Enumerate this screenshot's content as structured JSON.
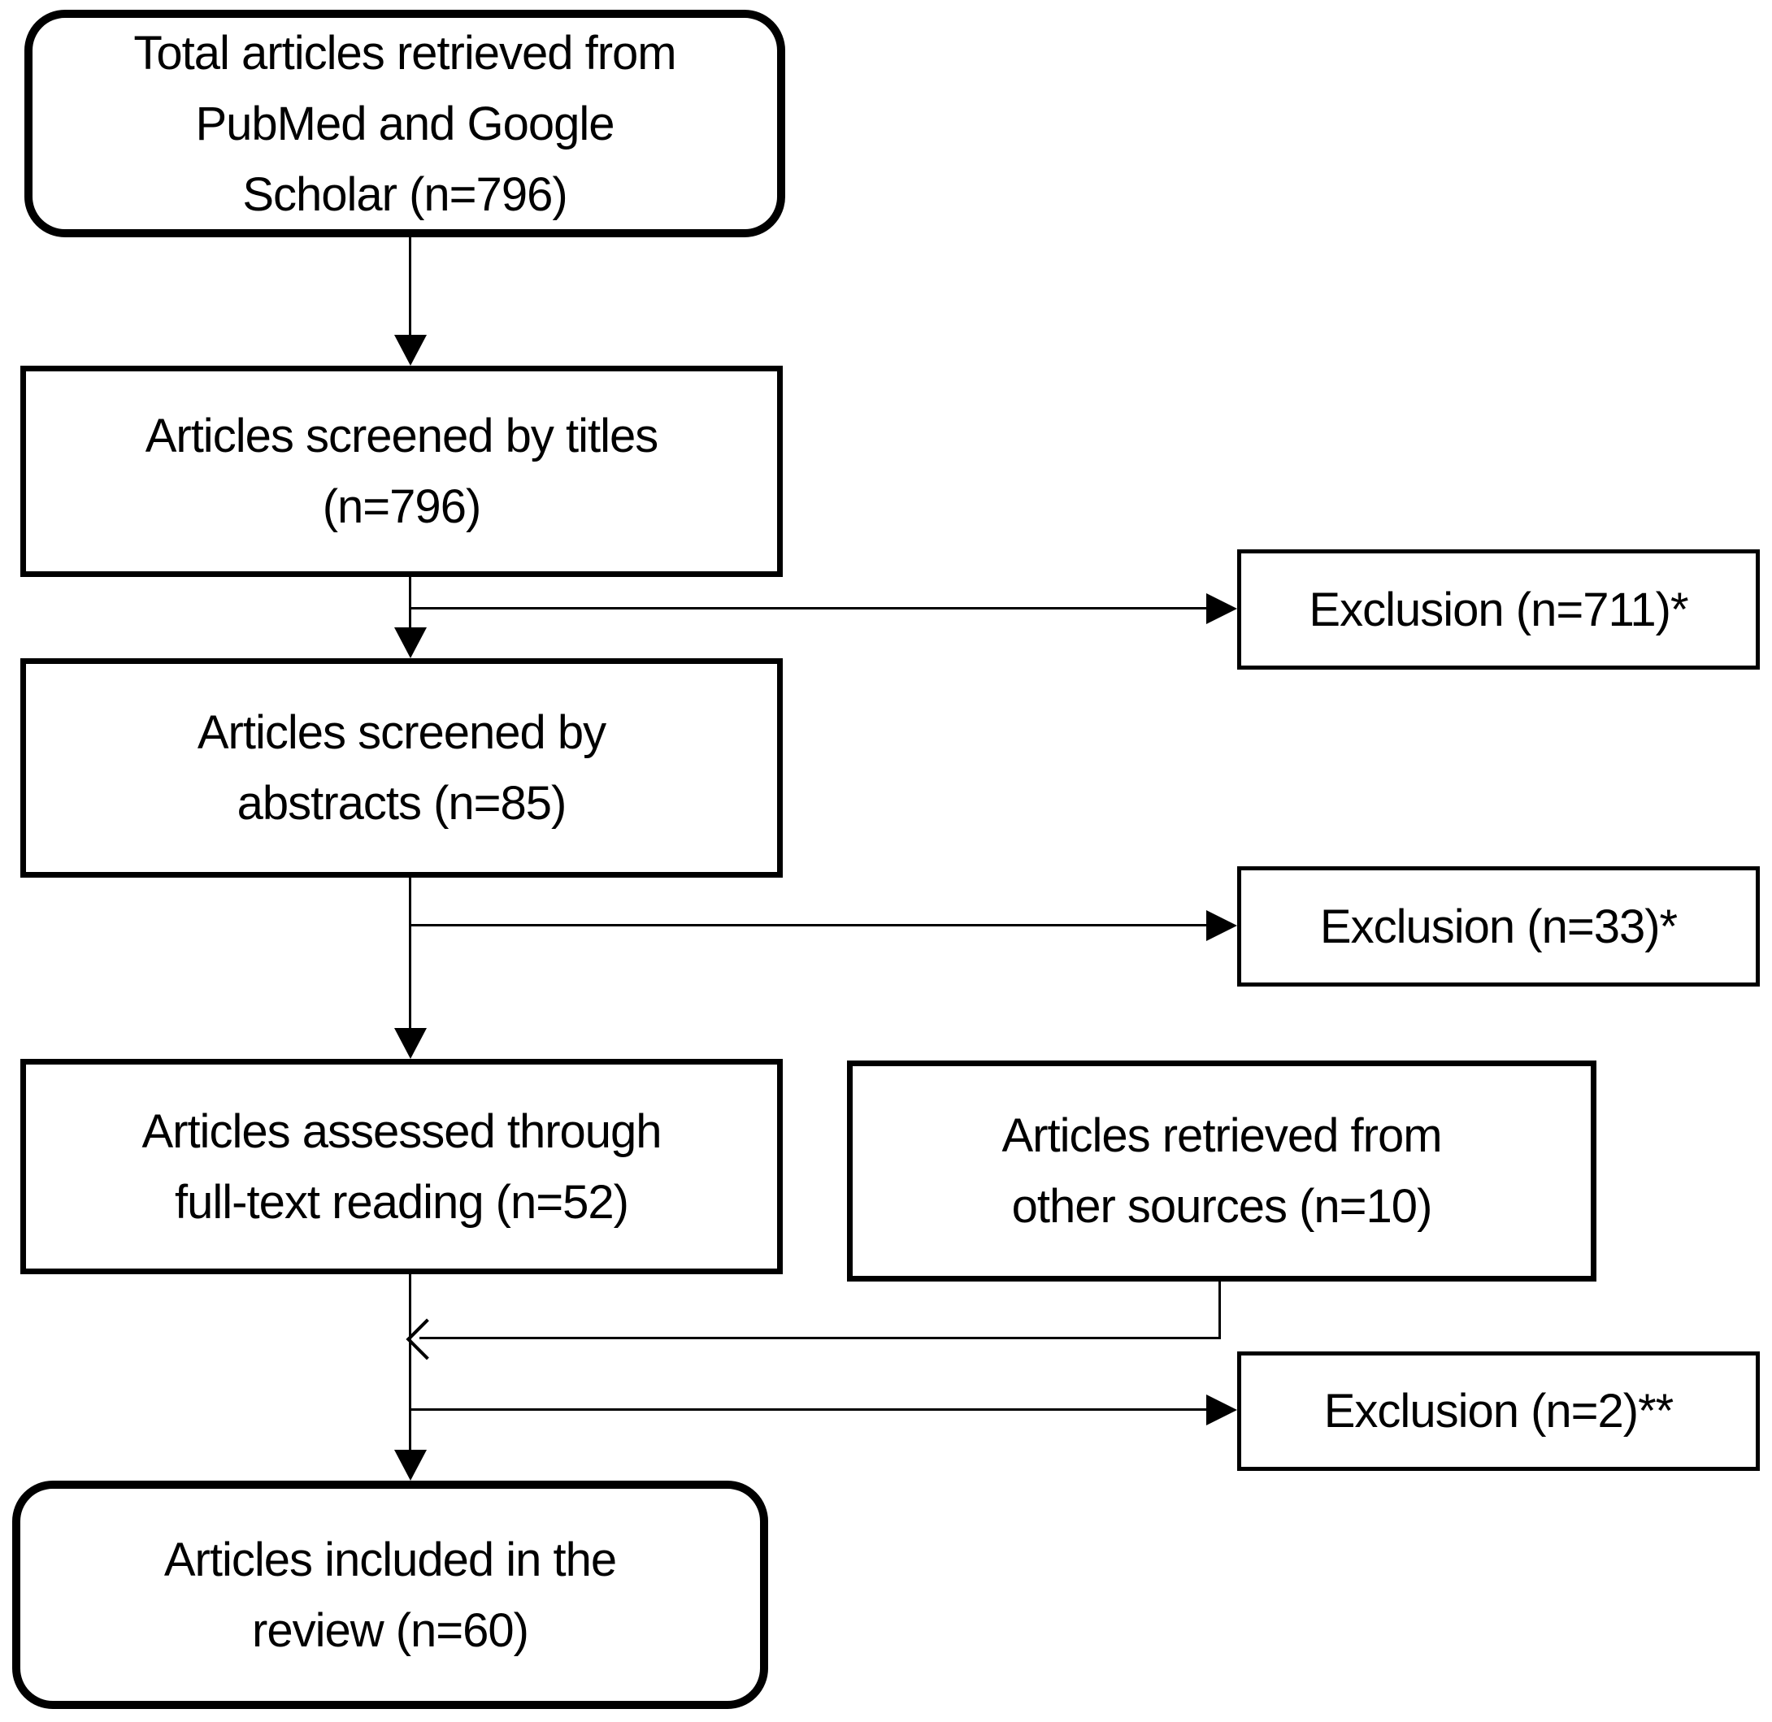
{
  "diagram": {
    "type": "prisma-flowchart",
    "colors": {
      "background": "#ffffff",
      "box_fill": "#ffffff",
      "line": "#000000",
      "text": "#000000"
    }
  },
  "boxes": {
    "retrieved": {
      "label": "Total articles retrieved from PubMed and Google Scholar (n=796)",
      "lines": [
        "Total articles retrieved from",
        "PubMed and Google",
        "Scholar (n=796)"
      ],
      "count": 796
    },
    "screened_titles": {
      "label": "Articles screened by titles (n=796)",
      "lines": [
        "Articles screened by titles",
        "(n=796)"
      ],
      "count": 796
    },
    "exclusion_titles": {
      "label": "Exclusion (n=711)*",
      "lines": [
        "Exclusion (n=711)*"
      ],
      "count": 711
    },
    "screened_abstracts": {
      "label": "Articles screened by abstracts (n=85)",
      "lines": [
        "Articles screened by",
        "abstracts (n=85)"
      ],
      "count": 85
    },
    "exclusion_abstracts": {
      "label": "Exclusion (n=33)*",
      "lines": [
        "Exclusion (n=33)*"
      ],
      "count": 33
    },
    "fulltext": {
      "label": "Articles assessed through full-text reading (n=52)",
      "lines": [
        "Articles assessed through",
        "full-text reading (n=52)"
      ],
      "count": 52
    },
    "other_sources": {
      "label": "Articles retrieved from other sources (n=10)",
      "lines": [
        "Articles retrieved from",
        "other sources (n=10)"
      ],
      "count": 10
    },
    "exclusion_fulltext": {
      "label": "Exclusion (n=2)**",
      "lines": [
        "Exclusion (n=2)**"
      ],
      "count": 2
    },
    "included": {
      "label": "Articles included in the review (n=60)",
      "lines": [
        "Articles included in the",
        "review (n=60)"
      ],
      "count": 60
    }
  },
  "edges": [
    {
      "from": "retrieved",
      "to": "screened_titles",
      "style": "arrow-down"
    },
    {
      "from": "screened_titles",
      "to": "exclusion_titles",
      "style": "arrow-right"
    },
    {
      "from": "screened_titles",
      "to": "screened_abstracts",
      "style": "arrow-down"
    },
    {
      "from": "screened_abstracts",
      "to": "exclusion_abstracts",
      "style": "arrow-right"
    },
    {
      "from": "screened_abstracts",
      "to": "fulltext",
      "style": "arrow-down"
    },
    {
      "from": "other_sources",
      "to": "fulltext",
      "style": "arrow-left-open"
    },
    {
      "from": "fulltext",
      "to": "exclusion_fulltext",
      "style": "arrow-right"
    },
    {
      "from": "fulltext",
      "to": "included",
      "style": "arrow-down"
    }
  ]
}
